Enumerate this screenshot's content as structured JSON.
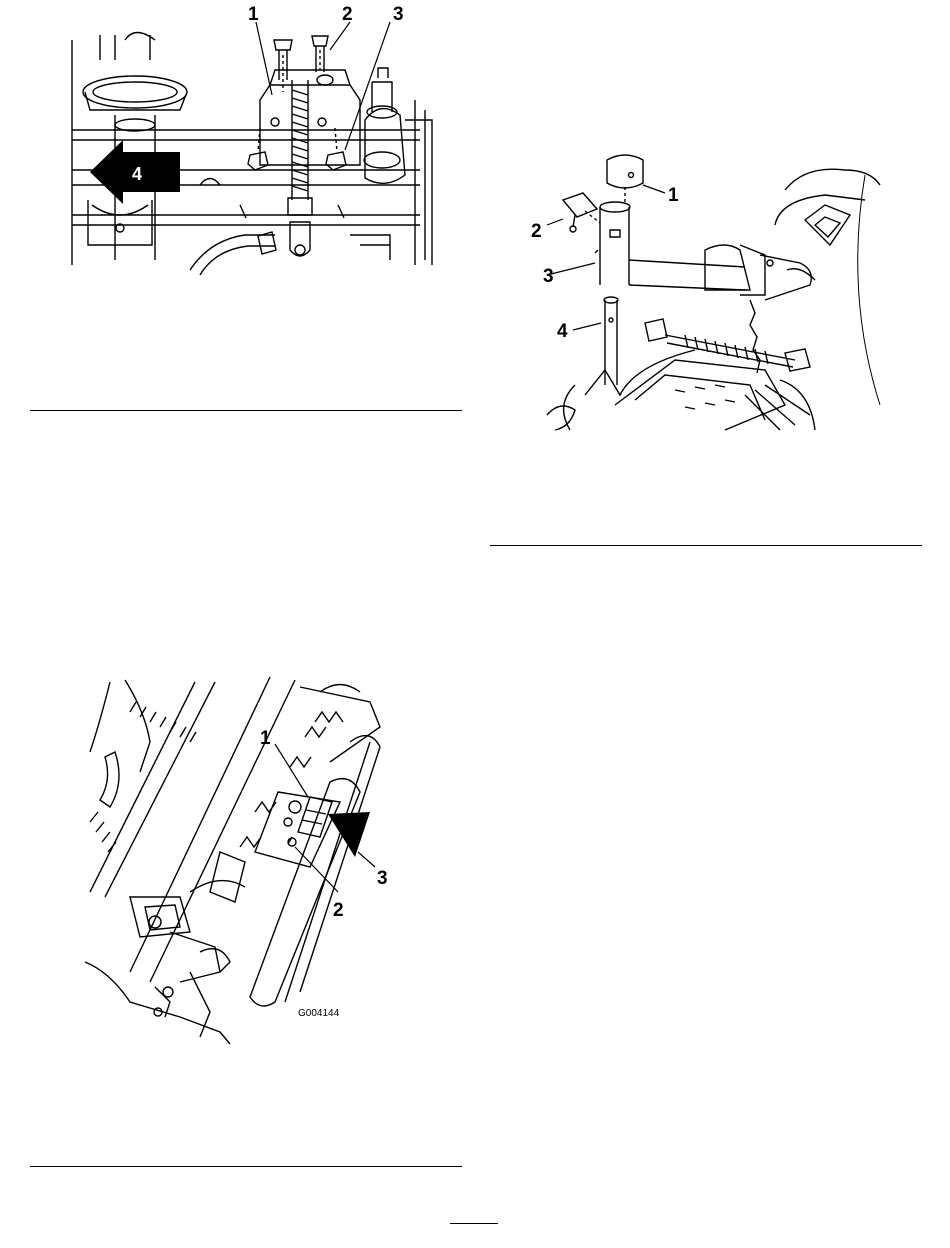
{
  "figure_a": {
    "callouts": [
      "1",
      "2",
      "3"
    ],
    "arrow_label": "4"
  },
  "figure_b": {
    "callouts": [
      "1",
      "2",
      "3",
      "4"
    ]
  },
  "figure_c": {
    "callouts": [
      "1",
      "2",
      "3"
    ],
    "code": "G004144"
  }
}
